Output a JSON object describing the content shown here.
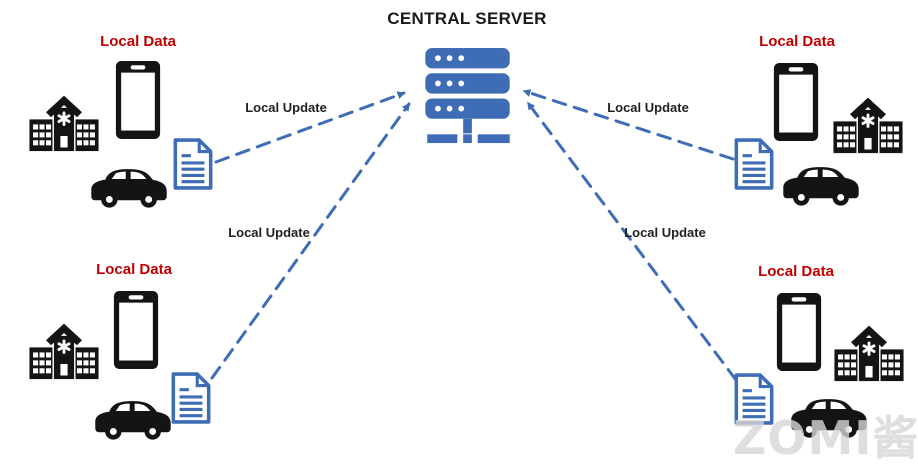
{
  "central_server": {
    "title": "CENTRAL SERVER",
    "icon": "server-stack-icon"
  },
  "clusters": [
    {
      "position": "top-left",
      "label": "Local Data",
      "devices": [
        "hospital-icon",
        "smartphone-icon",
        "car-icon"
      ],
      "artifact": "document-icon"
    },
    {
      "position": "top-right",
      "label": "Local Data",
      "devices": [
        "smartphone-icon",
        "hospital-icon",
        "car-icon"
      ],
      "artifact": "document-icon"
    },
    {
      "position": "bottom-left",
      "label": "Local Data",
      "devices": [
        "hospital-icon",
        "smartphone-icon",
        "car-icon"
      ],
      "artifact": "document-icon"
    },
    {
      "position": "bottom-right",
      "label": "Local Data",
      "devices": [
        "smartphone-icon",
        "hospital-icon",
        "car-icon"
      ],
      "artifact": "document-icon"
    }
  ],
  "arrows": [
    {
      "label": "Local Update",
      "from": "top-left document",
      "to": "central server",
      "style": "dashed"
    },
    {
      "label": "Local Update",
      "from": "bottom-left document",
      "to": "central server",
      "style": "dashed"
    },
    {
      "label": "Local Update",
      "from": "top-right document",
      "to": "central server",
      "style": "dashed"
    },
    {
      "label": "Local Update",
      "from": "bottom-right document",
      "to": "central server",
      "style": "dashed"
    }
  ],
  "watermark": "ZOMI酱",
  "colors": {
    "accent_blue": "#3f6db5",
    "label_red": "#c00000",
    "icon_black": "#141414",
    "watermark_gray": "#d6d6d6"
  }
}
